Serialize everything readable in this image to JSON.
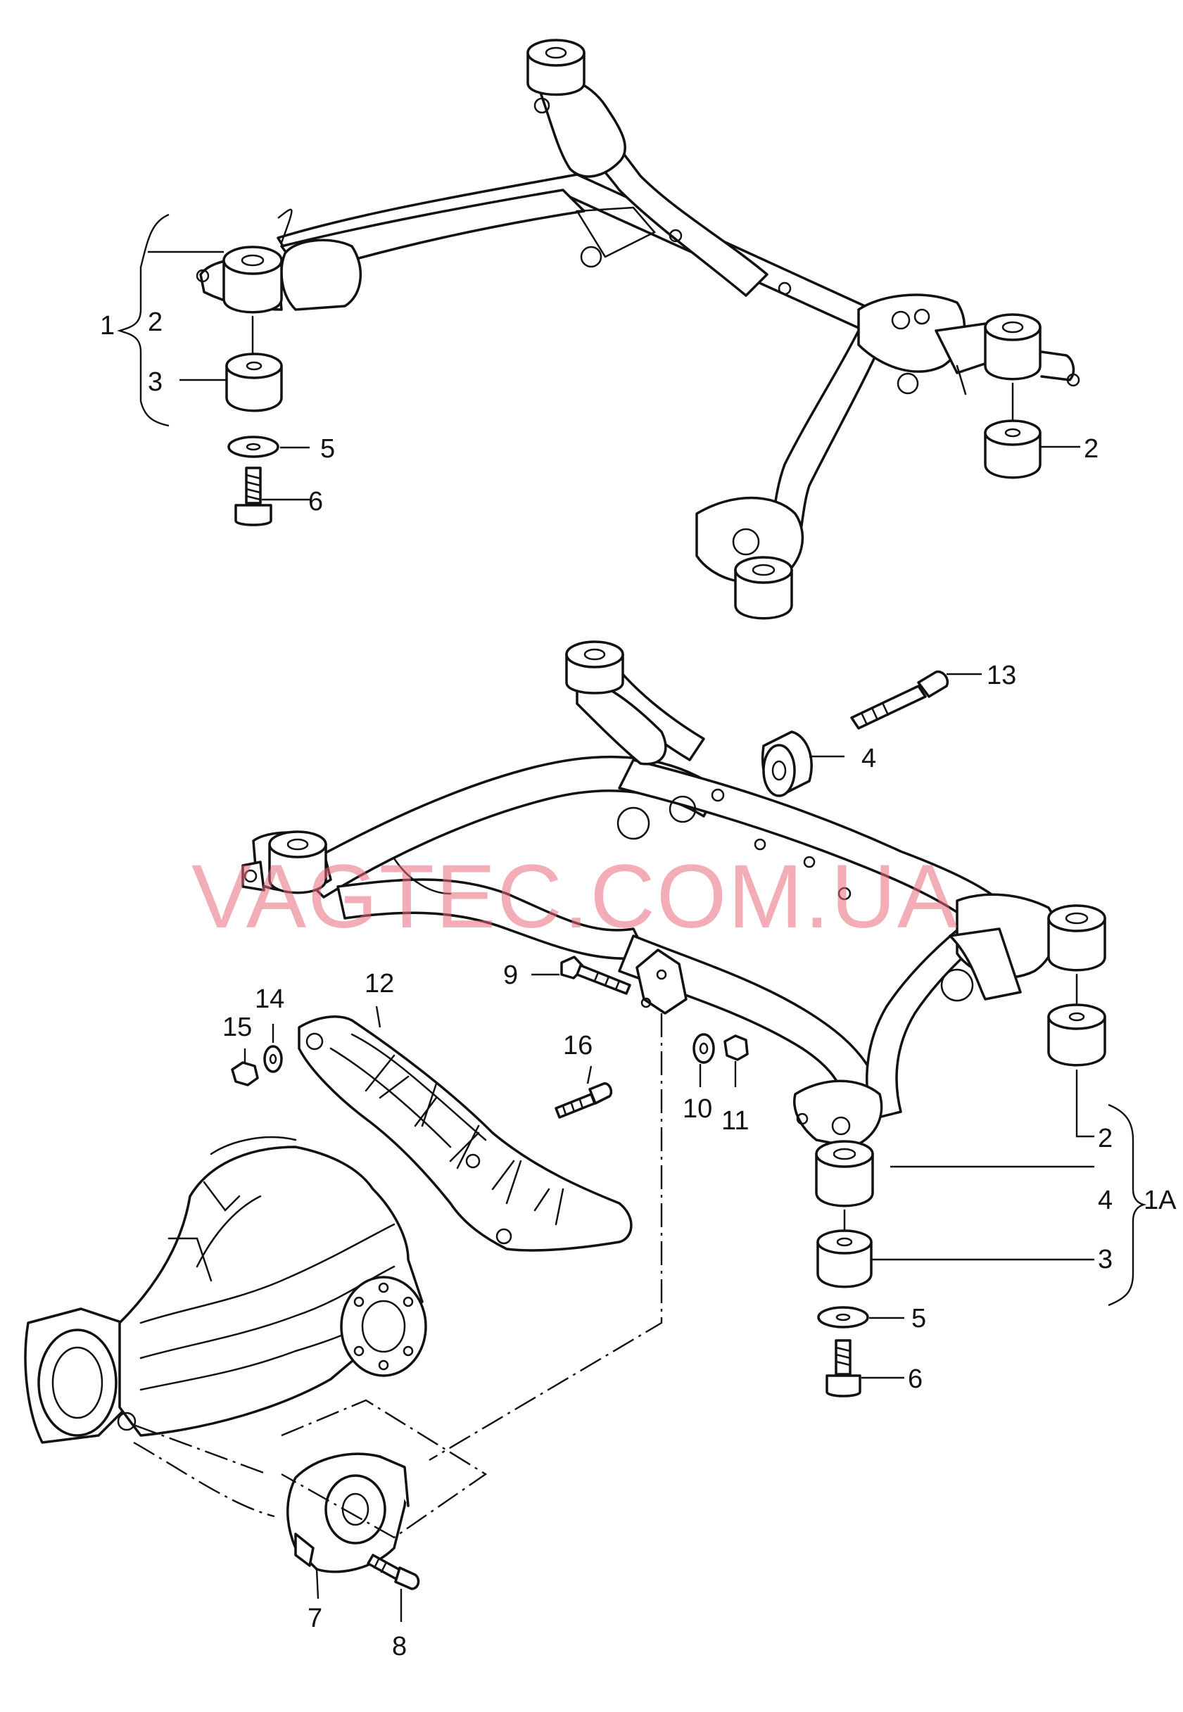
{
  "watermark": "VAGTEC.COM.UA",
  "callouts": {
    "c1": "1",
    "c2a": "2",
    "c3a": "3",
    "c5a": "5",
    "c6a": "6",
    "c2b": "2",
    "c13": "13",
    "c4a": "4",
    "c9": "9",
    "c12": "12",
    "c14": "14",
    "c15": "15",
    "c16": "16",
    "c10": "10",
    "c11": "11",
    "c2c": "2",
    "c4b": "4",
    "c1A": "1A",
    "c3b": "3",
    "c5b": "5",
    "c6b": "6",
    "c7": "7",
    "c8": "8"
  },
  "colors": {
    "line": "#111111",
    "watermark": "#e8697a",
    "background": "#ffffff"
  }
}
